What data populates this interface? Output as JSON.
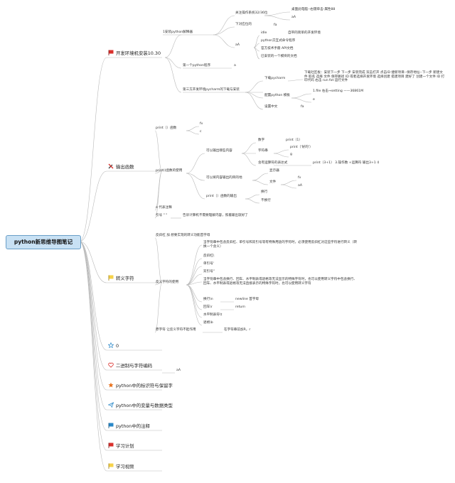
{
  "root": "python新思维导图笔记",
  "colors": {
    "accent": "#6a9fc8",
    "line": "#b9b9b9",
    "flag_red": "#d9302c",
    "flag_blue": "#2a88c8",
    "flag_yellow": "#f6d24a",
    "star": "#e8721d",
    "heart": "#d9302c"
  },
  "branches": [
    {
      "label": "开发环境机安装10.30",
      "icon": "red-flag-icon"
    },
    {
      "label": "输出函数",
      "icon": "tools-icon"
    },
    {
      "label": "转义字符",
      "icon": "yellow-flag-icon"
    },
    {
      "label": "0",
      "icon": "star-outline-icon"
    },
    {
      "label": "二进制与字符编码",
      "icon": "heart-icon"
    },
    {
      "label": "python中的标识符与保留字",
      "icon": "orange-star-icon"
    },
    {
      "label": "python中的变量与数据类型",
      "icon": "paper-plane-icon"
    },
    {
      "label": "python中的注释",
      "icon": "blue-flag-icon"
    },
    {
      "label": "学习计划",
      "icon": "red-flag-icon"
    },
    {
      "label": "学习视频",
      "icon": "yellow-flag-icon"
    }
  ],
  "install": {
    "t1": "1安装python解释器",
    "t2": "第一个python程序",
    "t3": "第三方开发环境pycharm的下载与安装",
    "t1_a": "关注操作系统32/36位",
    "t1_b": "下对应位的",
    "t1_c": "aA",
    "t1_a1": "桌面此电脑--右键单击-属性88",
    "t1_a2": "aA",
    "t1_b1": "fa",
    "t1_c1": "idle",
    "t1_c1a": "自带的简单的开发环境",
    "t1_c2": "python交互式命令程序",
    "t1_c3": "官方技术手册 API文档",
    "t1_c4": "已安装的一个模块的文档",
    "t2_a": "a",
    "t3_a": "下载pycharm",
    "t3_b": "配置python 模板",
    "t3_c": "设置中文",
    "t3_c1": "fa",
    "t3_a1": "下载社区板：安装下一步 下一步 安装完成 双击打开 点击ID 捷新项目--保存地址--下一步 新建文件 取名 选择 文件 保存路径 ID 或者选择开发环境 选择创建 搭建项目 建好了 创建一个文件 ID 打印代码 右击 run fot 运行文件",
    "t3_b1": "1.file 右击→setting ——36861M",
    "t3_b2": "e"
  },
  "output": {
    "p1": "print（）函数",
    "p1_a": "fv",
    "p1_b": "c",
    "p2": "print()函数的使用",
    "p2_a": "可以输出哪些内容",
    "p2_b": "可以将内容输出的目的地",
    "p2_c": "print（）函数的输出",
    "p2_a1": "数字",
    "p2_a1a": "print（1）",
    "p2_a2": "字符串",
    "p2_a2a": "print（'好的'）",
    "p2_a2b": "g",
    "p2_a3": "含有运算符的表达式",
    "p2_a3a": "print（3+1） 3.操作数 +运算符 输出3+1 4",
    "p2_b1": "显示器",
    "p2_b2": "文件",
    "p2_b2a": "fv",
    "p2_b2b": "aA",
    "p2_c1": "换行",
    "p2_c2": "不换行",
    "p3": "e 代表注释",
    "p4": "引号 \" \" ",
    "p4_a": "告诉计算机不需要理解内容，照着输出就好了"
  },
  "escape": {
    "e1": "反斜杠 加 想要实现的转义功能首字母",
    "e2": "反义字符的使用",
    "e2_0": "当字符串中包含反斜杠、单引号和双引号等有特殊用途的字符时，必须使用反斜杠对这些字符进行转义（转换一个含义）",
    "e2_1": "反斜杠\\",
    "e2_2": "单引号'",
    "e2_3": "双引号\"",
    "e2_4": "当字符串中包含换行、回车、水平制表或退格等无法显示的特殊字符时，也可以使用转义字符中包含换行、回车、水平制表或退格等无法直接表示的特殊字符时，也可以使用转义字符",
    "e2_5": "换行\\n",
    "e2_5a": "newline 首字母",
    "e2_6": "回车\\r",
    "e2_6a": "return",
    "e2_7": "水平制表符\\t",
    "e2_8": "退格\\b",
    "e3": "原字符 让反义字符不起作用",
    "e3_a": "在字符串前加R，r"
  },
  "binary": {
    "b1": "aA"
  }
}
